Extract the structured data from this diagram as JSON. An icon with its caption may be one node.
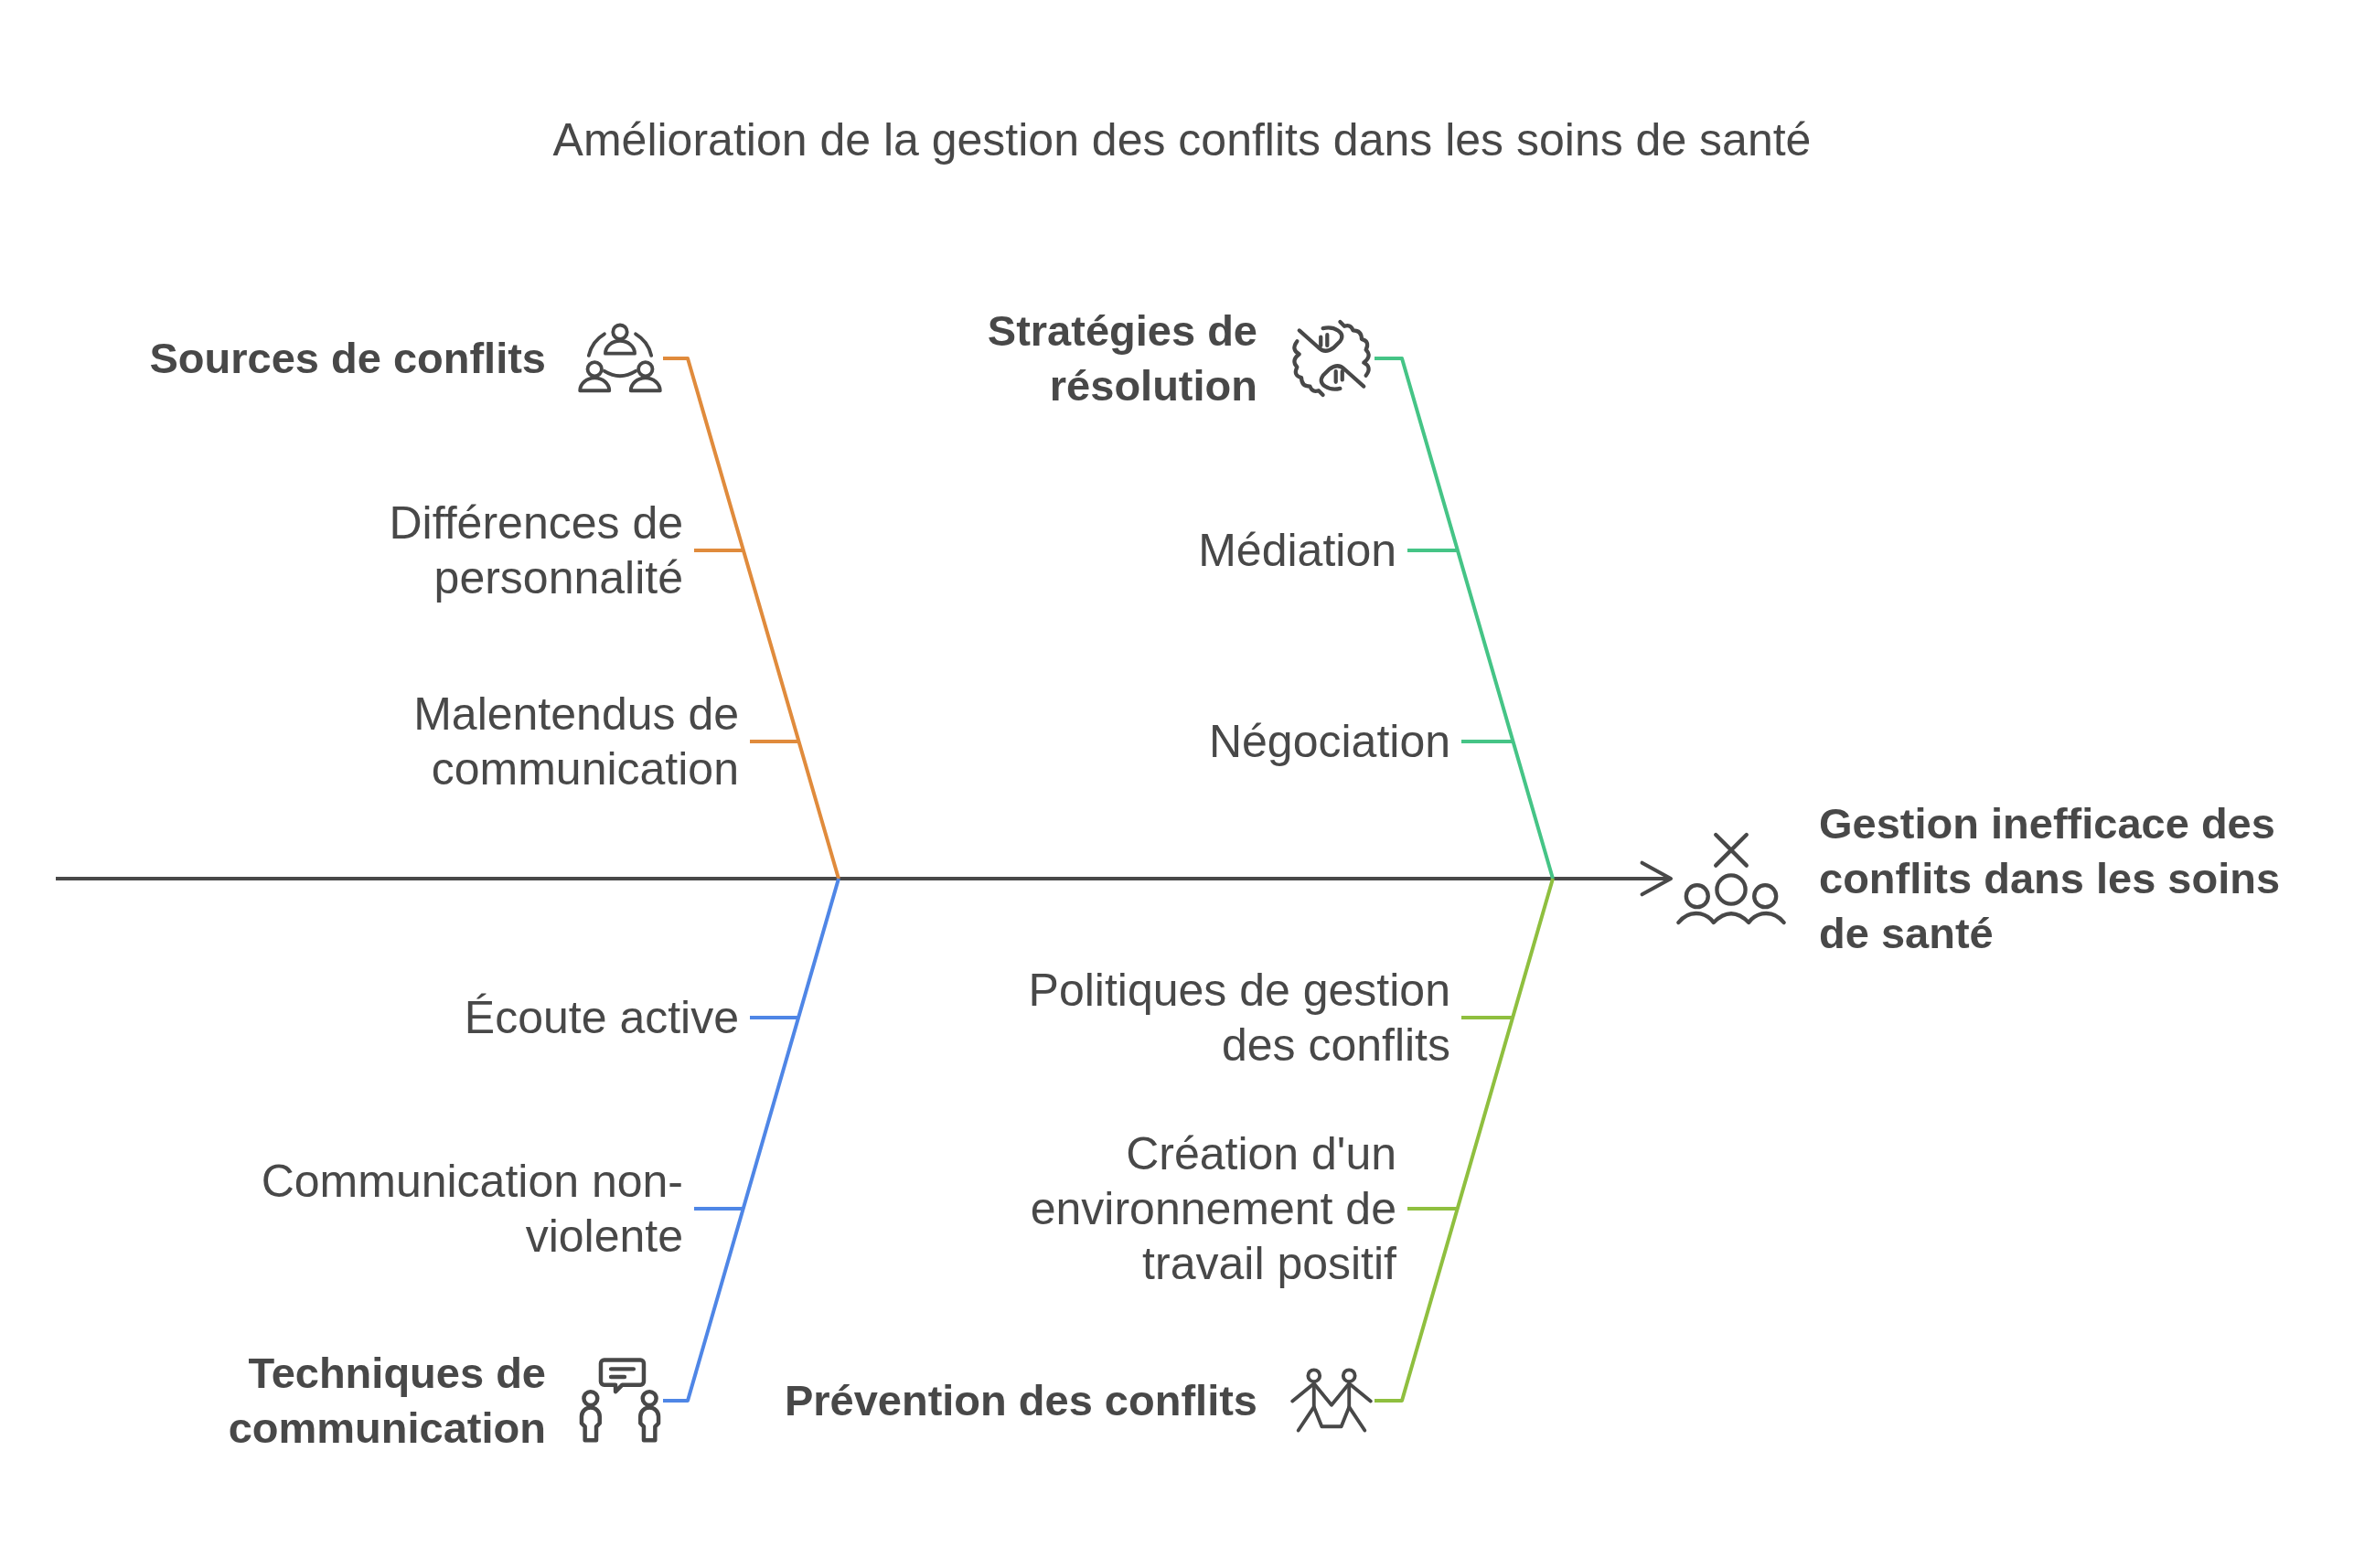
{
  "diagram": {
    "title": "Amélioration de la gestion des conflits dans les soins de santé",
    "nodes": [
      {
        "text": [
          "Sources de conflits"
        ]
      },
      {
        "text": [
          "Différences de personnalité"
        ]
      },
      {
        "text": [
          "Malentendus de communication"
        ]
      },
      {
        "text": [
          "Stratégies de résolution"
        ]
      },
      {
        "text": [
          "Médiation"
        ]
      },
      {
        "text": [
          "Négociation"
        ]
      },
      {
        "text": [
          "Gestion inefficace des conflits dans les soins de santé"
        ]
      },
      {
        "text": [
          "Écoute active"
        ]
      },
      {
        "text": [
          "Communication non-violente"
        ]
      },
      {
        "text": [
          "Techniques de communication"
        ]
      },
      {
        "text": [
          "Politiques de gestion des conflits"
        ]
      },
      {
        "text": [
          "Création d'un environnement de travail positif"
        ]
      },
      {
        "text": [
          "Prévention des conflits"
        ]
      }
    ],
    "edges": [
      {
        "from": null,
        "to": 6,
        "arrow": "to",
        "color": "#484848"
      },
      {
        "from": 0,
        "to": null,
        "arrow": "none",
        "color": "#e08b3c"
      },
      {
        "from": 1,
        "to": null,
        "arrow": "none",
        "color": "#e08b3c"
      },
      {
        "from": 2,
        "to": null,
        "arrow": "none",
        "color": "#e08b3c"
      },
      {
        "from": 3,
        "to": null,
        "arrow": "none",
        "color": "#45c486"
      },
      {
        "from": 4,
        "to": null,
        "arrow": "none",
        "color": "#45c486"
      },
      {
        "from": 5,
        "to": null,
        "arrow": "none",
        "color": "#45c486"
      },
      {
        "from": 9,
        "to": null,
        "arrow": "none",
        "color": "#4f86e6"
      },
      {
        "from": 7,
        "to": null,
        "arrow": "none",
        "color": "#4f86e6"
      },
      {
        "from": 8,
        "to": null,
        "arrow": "none",
        "color": "#4f86e6"
      },
      {
        "from": 12,
        "to": null,
        "arrow": "none",
        "color": "#8fbf3f"
      },
      {
        "from": 10,
        "to": null,
        "arrow": "none",
        "color": "#8fbf3f"
      },
      {
        "from": 11,
        "to": null,
        "arrow": "none",
        "color": "#8fbf3f"
      }
    ]
  }
}
